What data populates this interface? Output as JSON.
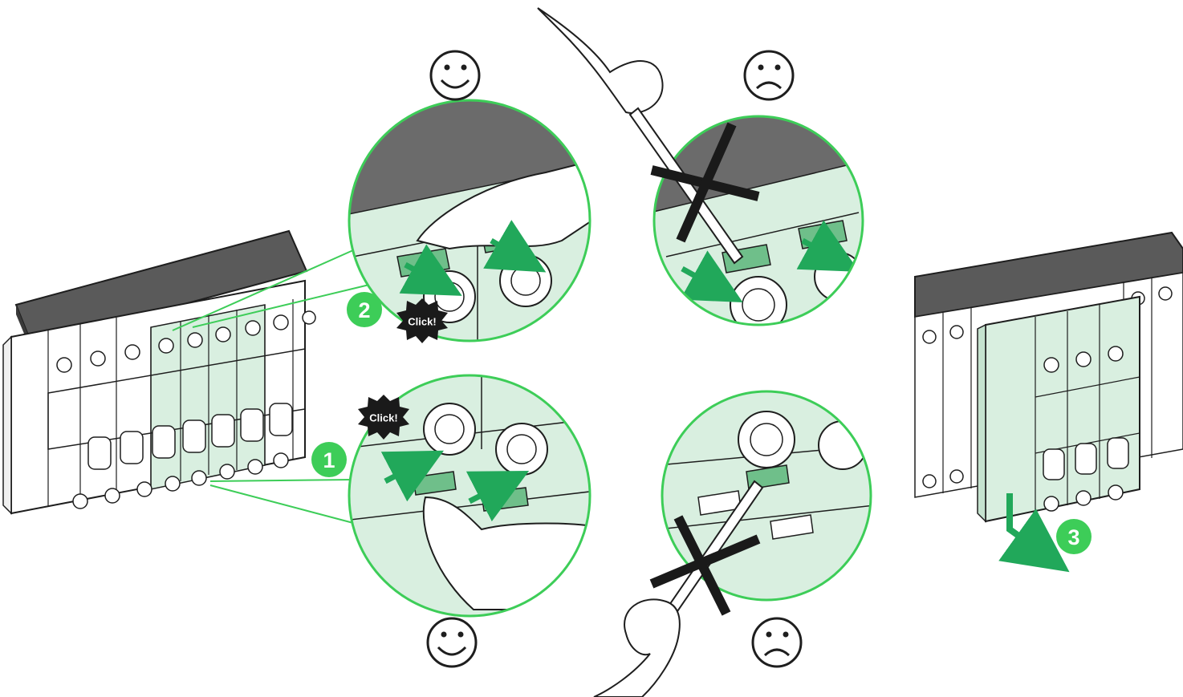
{
  "figure": {
    "steps": [
      {
        "number": "1",
        "badge_color": "#3dcd58"
      },
      {
        "number": "2",
        "badge_color": "#3dcd58"
      },
      {
        "number": "3",
        "badge_color": "#3dcd58"
      }
    ],
    "click_callouts": [
      {
        "text": "Click!"
      },
      {
        "text": "Click!"
      }
    ],
    "faces": [
      {
        "icon": "smiley-face-icon",
        "meaning": "correct"
      },
      {
        "icon": "frown-face-icon",
        "meaning": "incorrect"
      },
      {
        "icon": "smiley-face-icon",
        "meaning": "correct"
      },
      {
        "icon": "frown-face-icon",
        "meaning": "incorrect"
      }
    ],
    "colors": {
      "accent_green": "#3dcd58",
      "mint_fill": "#d9efe0",
      "arrow_green": "#21a85a",
      "outline": "#1e1e1e",
      "busbar_gray": "#6b6b6b",
      "cross_mark": "#1a1a1a"
    }
  }
}
